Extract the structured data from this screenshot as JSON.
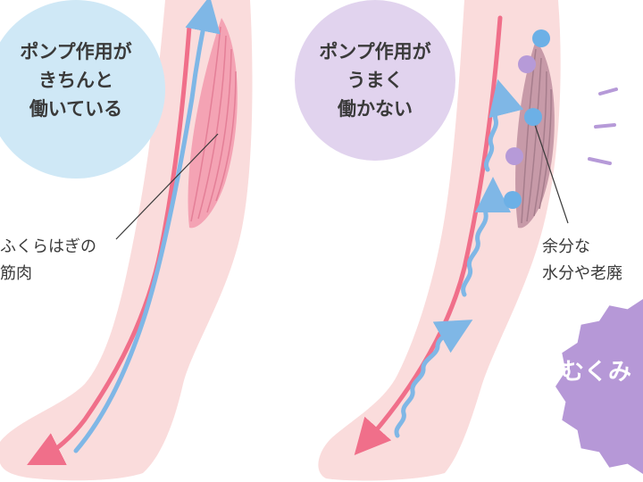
{
  "left_panel": {
    "bubble_lines": [
      "ポンプ作用が",
      "きちんと",
      "働いている"
    ],
    "calf_label_lines": [
      "ふくらはぎの",
      "筋肉"
    ],
    "bubble_color": "#cfe8f6"
  },
  "right_panel": {
    "bubble_lines": [
      "ポンプ作用が",
      "うまく",
      "働かない"
    ],
    "waste_label_lines": [
      "余分な",
      "水分や老廃"
    ],
    "badge_text": "むくみ",
    "bubble_color": "#e1d3ee",
    "badge_color": "#b698d7"
  },
  "colors": {
    "leg_skin": "#fadcdc",
    "artery_arrow": "#f06f8a",
    "vein_arrow": "#7fb7e6",
    "muscle": "#f4a3b4",
    "muscle_tired": "#c79aa8",
    "water_dot_blue": "#6cb0e6",
    "waste_dot_purple": "#b69ad8"
  }
}
